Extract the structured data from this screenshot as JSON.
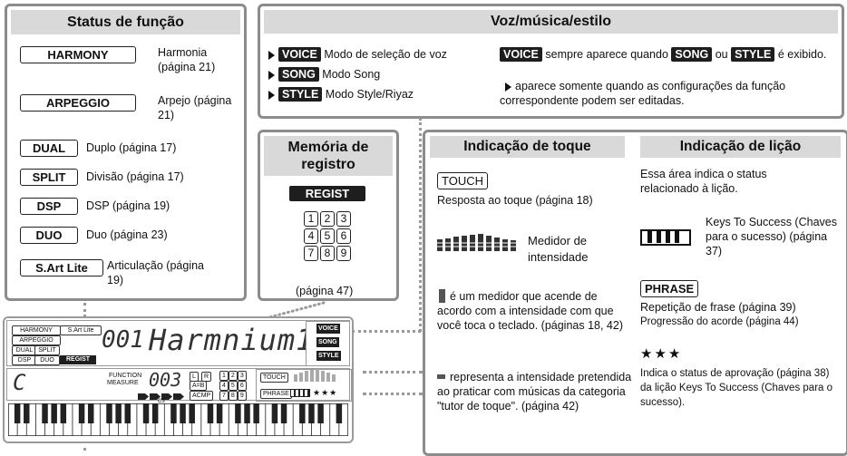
{
  "status": {
    "title": "Status de função",
    "items": [
      {
        "label": "HARMONY",
        "desc": "Harmonia (página 21)"
      },
      {
        "label": "ARPEGGIO",
        "desc": "Arpejo (página 21)"
      },
      {
        "label": "DUAL",
        "desc": "Duplo (página 17)"
      },
      {
        "label": "SPLIT",
        "desc": "Divisão (página 17)"
      },
      {
        "label": "DSP",
        "desc": "DSP (página 19)"
      },
      {
        "label": "DUO",
        "desc": "Duo (página 23)"
      },
      {
        "label": "S.Art Lite",
        "desc": "Articulação (página 19)"
      }
    ]
  },
  "voice": {
    "title": "Voz/música/estilo",
    "modes": [
      {
        "tag": "VOICE",
        "desc": "Modo de seleção de voz"
      },
      {
        "tag": "SONG",
        "desc": "Modo Song"
      },
      {
        "tag": "STYLE",
        "desc": "Modo Style/Riyaz"
      }
    ],
    "note1_tag": "VOICE",
    "note1_a": "sempre aparece quando",
    "note1_song": "SONG",
    "note1_ou": "ou",
    "note1_style": "STYLE",
    "note1_b": "é exibido.",
    "note2": "aparece somente quando as configurações da função correspondente podem ser editadas."
  },
  "memory": {
    "title": "Memória de registro",
    "regist_label": "REGIST",
    "numbers": [
      "1",
      "2",
      "3",
      "4",
      "5",
      "6",
      "7",
      "8",
      "9"
    ],
    "page": "(página 47)"
  },
  "touch": {
    "title": "Indicação de toque",
    "touch_label": "TOUCH",
    "touch_desc": "Resposta ao toque (página 18)",
    "meter_label": "Medidor de intensidade",
    "meter_desc": "é um medidor que acende de acordo com a intensidade com que você toca o teclado. (páginas 18, 42)",
    "target_desc": "representa a intensidade pretendida ao praticar com músicas da categoria \"tutor de toque\". (página 42)"
  },
  "lesson": {
    "title": "Indicação de lição",
    "intro": "Essa área indica o status relacionado à lição.",
    "keys_desc": "Keys To Success (Chaves para o sucesso) (página 37)",
    "phrase_label": "PHRASE",
    "phrase_desc1": "Repetição de frase (página 39)",
    "phrase_desc2": "Progressão do acorde (página 44)",
    "stars": "★★★",
    "stars_desc": "Indica o status de aprovação (página 38) da lição Keys To Success (Chaves para o sucesso)."
  },
  "display": {
    "status_labels": [
      "HARMONY",
      "S.Art Lite",
      "ARPEGGIO",
      "DUAL",
      "SPLIT",
      "DSP",
      "DUO"
    ],
    "regist": "REGIST",
    "number": "001",
    "name": "Harmnium1",
    "mode_tags": [
      "VOICE",
      "SONG",
      "STYLE"
    ],
    "chord": "C",
    "function": "FUNCTION",
    "measure": "MEASURE",
    "measure_num": "003",
    "lr_l": "L",
    "lr_r": "R",
    "ab": "A=B",
    "acmp": "ACMP",
    "grid": [
      "1",
      "2",
      "3",
      "4",
      "5",
      "6",
      "7",
      "8",
      "9"
    ],
    "touch": "TOUCH",
    "phrase": "PHRASE",
    "stars": "★★★",
    "c3": "C3"
  }
}
